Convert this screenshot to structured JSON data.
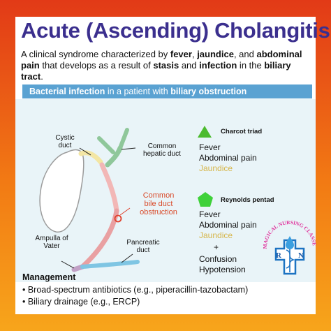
{
  "title": "Acute (Ascending) Cholangitis",
  "intro": {
    "p1": "A clinical syndrome characterized by ",
    "b1": "fever",
    "p2": ", ",
    "b2": "jaundice",
    "p3": ", and ",
    "b3": "abdominal pain",
    "p4": " that develops as a result of ",
    "b4": "stasis",
    "p5": " and ",
    "b5": "infection",
    "p6": " in the ",
    "b6": "biliary tract",
    "p7": "."
  },
  "banner": {
    "b1": "Bacterial infection",
    "p1": " in a patient with ",
    "b2": "biliary obstruction"
  },
  "labels": {
    "cystic_duct": [
      "Cystic",
      "duct"
    ],
    "common_hepatic_duct": [
      "Common",
      "hepatic duct"
    ],
    "obstruction": [
      "Common",
      "bile duct",
      "obstruction"
    ],
    "ampulla": [
      "Ampulla of",
      "Vater"
    ],
    "pancreatic_duct": [
      "Pancreatic",
      "duct"
    ]
  },
  "charcot": {
    "heading": "Charcot triad",
    "symptoms": [
      "Fever",
      "Abdominal pain",
      "Jaundice"
    ]
  },
  "reynolds": {
    "heading": "Reynolds pentad",
    "symptoms": [
      "Fever",
      "Abdominal pain",
      "Jaundice"
    ],
    "plus": "+",
    "extra": [
      "Confusion",
      "Hypotension"
    ]
  },
  "management": {
    "heading": "Management",
    "items": [
      "• Broad-spectrum antibiotics (e.g., piperacillin-tazobactam)",
      "• Biliary drainage (e.g., ERCP)"
    ]
  },
  "logo": {
    "top_text": "MAGICAL NURSING CLASSES",
    "left_letter": "R",
    "right_letter": "N"
  },
  "colors": {
    "title": "#3b2f8e",
    "banner": "#5aa2d2",
    "diagram_bg": "#e9f4f8",
    "triangle": "#4cbb2f",
    "pentagon": "#3fd13a",
    "jaundice_text": "#d6b64b",
    "obstruction_text": "#d94b2b",
    "frame_top": "#e23a17",
    "frame_bottom": "#f7a51b"
  }
}
